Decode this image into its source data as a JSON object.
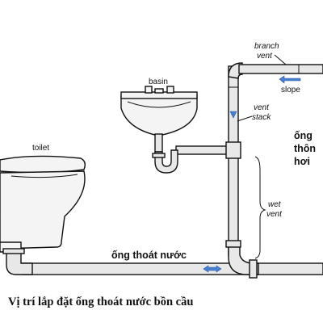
{
  "labels": {
    "branch_vent_line1": "branch",
    "branch_vent_line2": "vent",
    "slope": "slope",
    "basin": "basin",
    "vent_stack_line1": "vent",
    "vent_stack_line2": "stack",
    "toilet": "toilet",
    "wet_vent_line1": "wet",
    "wet_vent_line2": "vent",
    "drain_pipe": "ống thoát nước",
    "vent_pipe_line1": "ống",
    "vent_pipe_line2": "thôn",
    "vent_pipe_line3": "hơi"
  },
  "caption": "Vị trí lắp đặt ống thoát nước bồn cầu",
  "colors": {
    "flow_arrow": "#4a7fd0",
    "pipe": "#e8e8e8",
    "outline": "#111111"
  }
}
